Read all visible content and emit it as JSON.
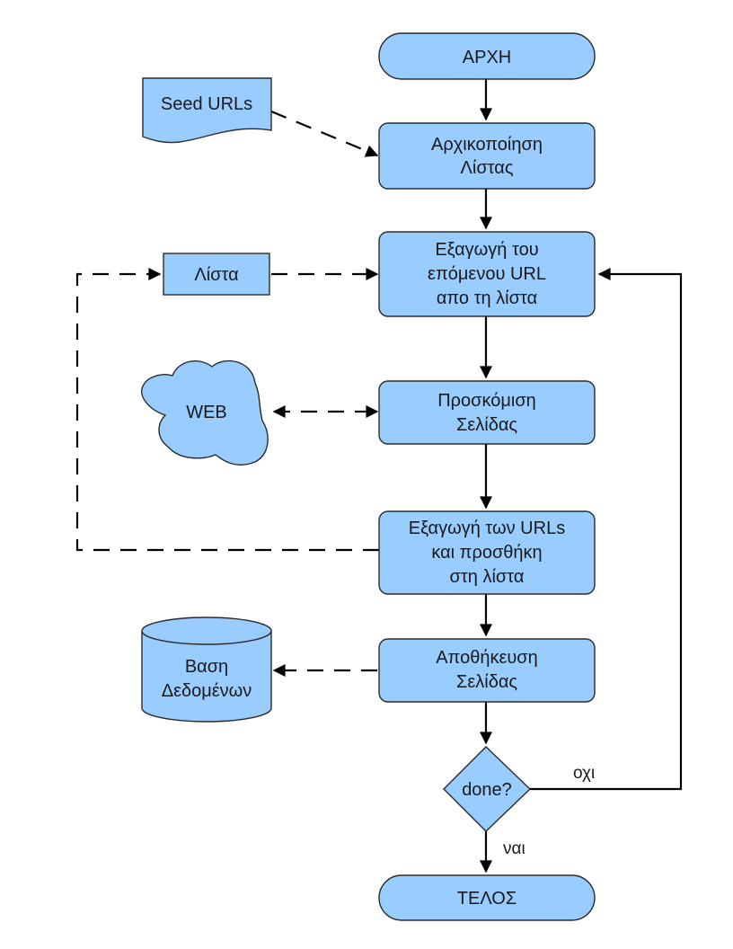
{
  "nodes": {
    "start": "ΑΡΧΗ",
    "seed_urls": "Seed URLs",
    "init_list": [
      "Αρχικοποίηση",
      "Λίστας"
    ],
    "list_store": "Λίστα",
    "extract_next": [
      "Εξαγωγή του",
      "επόμενου URL",
      "απο τη λίστα"
    ],
    "web": "WEB",
    "fetch_page": [
      "Προσκόμιση",
      "Σελίδας"
    ],
    "extract_urls": [
      "Εξαγωγή των URLs",
      "και προσθήκη",
      "στη λίστα"
    ],
    "database": [
      "Βαση",
      "Δεδομένων"
    ],
    "save_page": [
      "Αποθήκευση",
      "Σελίδας"
    ],
    "decision": "done?",
    "end": "ΤΕΛΟΣ"
  },
  "edge_labels": {
    "no": "οχι",
    "yes": "ναι"
  },
  "colors": {
    "node_fill": "#99ccff",
    "node_stroke": "#2b2b2b",
    "arrow": "#000000"
  }
}
